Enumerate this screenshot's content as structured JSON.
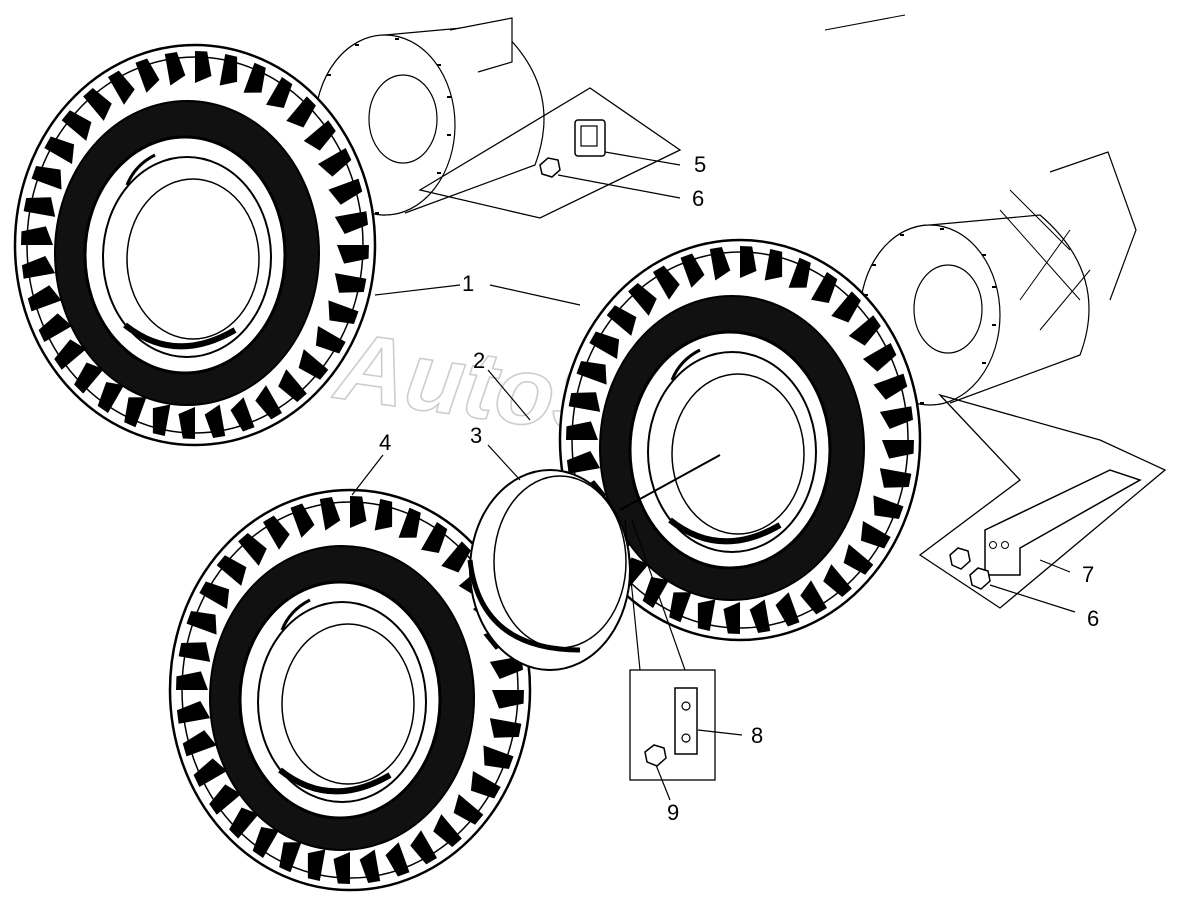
{
  "diagram": {
    "callouts": [
      {
        "id": "part-1",
        "label": "1"
      },
      {
        "id": "part-2",
        "label": "2"
      },
      {
        "id": "part-3",
        "label": "3"
      },
      {
        "id": "part-4",
        "label": "4"
      },
      {
        "id": "part-5",
        "label": "5"
      },
      {
        "id": "part-6-top",
        "label": "6"
      },
      {
        "id": "part-6-right",
        "label": "6"
      },
      {
        "id": "part-7",
        "label": "7"
      },
      {
        "id": "part-8",
        "label": "8"
      },
      {
        "id": "part-9",
        "label": "9"
      }
    ],
    "watermark": "AutoSoft.ru",
    "colors": {
      "ink": "#000000",
      "watermark": "#bdbdbd",
      "background": "#ffffff"
    }
  }
}
